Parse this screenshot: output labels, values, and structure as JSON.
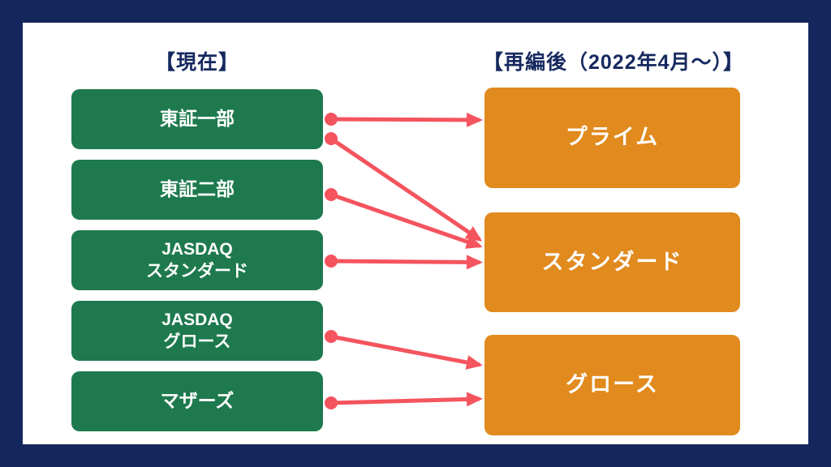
{
  "headers": {
    "current": "【現在】",
    "after": "【再編後（2022年4月〜）】"
  },
  "current_markets": [
    {
      "id": "tse-first",
      "label": "東証一部"
    },
    {
      "id": "tse-second",
      "label": "東証二部"
    },
    {
      "id": "jasdaq-standard",
      "label": "JASDAQ\nスタンダード"
    },
    {
      "id": "jasdaq-growth",
      "label": "JASDAQ\nグロース"
    },
    {
      "id": "mothers",
      "label": "マザーズ"
    }
  ],
  "new_markets": [
    {
      "id": "prime",
      "label": "プライム"
    },
    {
      "id": "standard",
      "label": "スタンダード"
    },
    {
      "id": "growth",
      "label": "グロース"
    }
  ],
  "mappings": [
    {
      "from": "tse-first",
      "to": "prime"
    },
    {
      "from": "tse-first",
      "to": "standard"
    },
    {
      "from": "tse-second",
      "to": "standard"
    },
    {
      "from": "jasdaq-standard",
      "to": "standard"
    },
    {
      "from": "jasdaq-growth",
      "to": "growth"
    },
    {
      "from": "mothers",
      "to": "growth"
    }
  ],
  "colors": {
    "frame": "#14275C",
    "current_box": "#1E7A4E",
    "new_box": "#E18A1E",
    "arrow": "#F4545E",
    "heading_text": "#16295F",
    "box_text": "#FFFFFF"
  }
}
